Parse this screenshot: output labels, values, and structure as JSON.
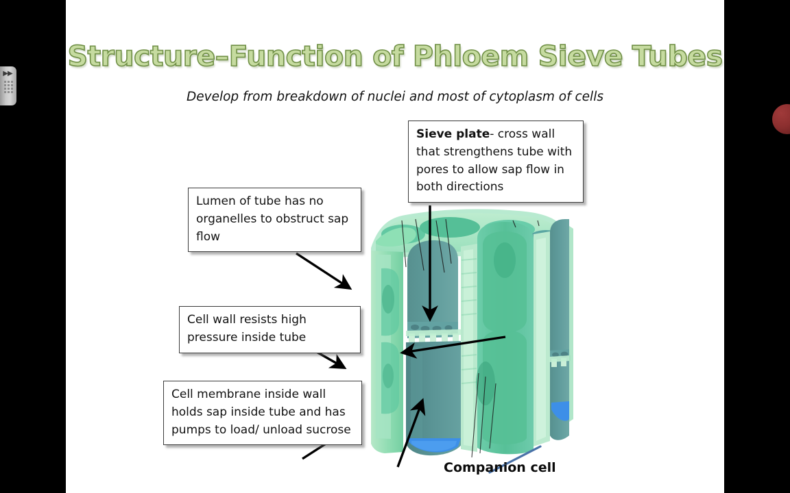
{
  "viewer": {
    "sidebar_handle": {
      "icon": "double-chevron-right-icon",
      "arrows_glyph": "▶▶"
    },
    "right_orb": {
      "icon": "red-sphere-decoration",
      "color": "#8c2f2f"
    },
    "background_color": "#000000",
    "slide_background_color": "#ffffff"
  },
  "slide": {
    "title": "Structure–Function of Phloem Sieve Tubes",
    "title_fill_color": "#c6dba0",
    "title_outline_color": "#6f8f45",
    "subtitle": "Develop from breakdown of nuclei and most of cytoplasm of cells",
    "callouts": [
      {
        "id": "sieve-plate",
        "bold_lead": "Sieve plate",
        "text": "- cross wall that strengthens tube with pores to allow sap flow in both directions"
      },
      {
        "id": "lumen",
        "text": "Lumen of tube has no organelles to obstruct sap flow"
      },
      {
        "id": "cell-wall",
        "text": "Cell wall resists high pressure inside tube"
      },
      {
        "id": "cell-membrane",
        "text": "Cell membrane inside wall holds sap inside tube and has pumps to load/ unload sucrose"
      }
    ],
    "companion_cell_label": "Companion cell",
    "illustration": {
      "name": "phloem-sieve-tube-3d-diagram",
      "colors": {
        "cell_wall_light_green": "#a9e3c0",
        "cell_wall_pale": "#c8f0d5",
        "cytoplasm_green": "#5ec79c",
        "cytoplasm_green_dark": "#46b389",
        "lumen_teal": "#5f9a9c",
        "lumen_teal_dark": "#4d8487",
        "lumen_teal_mid": "#6aa7a5",
        "companion_blue": "#3d8fe8",
        "organelle_shadow": "#4f9f86"
      },
      "arrow_color": "#000000",
      "connector_line_color": "#4a72a8"
    }
  }
}
